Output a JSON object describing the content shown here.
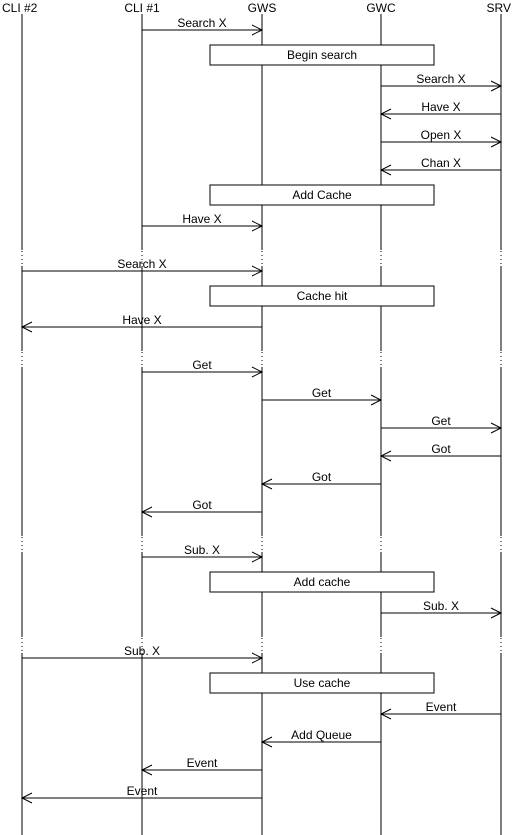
{
  "participants": [
    {
      "id": "cli2",
      "label": "CLI #2"
    },
    {
      "id": "cli1",
      "label": "CLI #1"
    },
    {
      "id": "gws",
      "label": "GWS"
    },
    {
      "id": "gwc",
      "label": "GWC"
    },
    {
      "id": "srv",
      "label": "SRV"
    }
  ],
  "steps": [
    {
      "kind": "msg",
      "from": "cli1",
      "to": "gws",
      "label": "Search X"
    },
    {
      "kind": "box",
      "label": "Begin search"
    },
    {
      "kind": "msg",
      "from": "gwc",
      "to": "srv",
      "label": "Search X"
    },
    {
      "kind": "msg",
      "from": "srv",
      "to": "gwc",
      "label": "Have X"
    },
    {
      "kind": "msg",
      "from": "gwc",
      "to": "srv",
      "label": "Open X"
    },
    {
      "kind": "msg",
      "from": "srv",
      "to": "gwc",
      "label": "Chan X"
    },
    {
      "kind": "box",
      "label": "Add Cache"
    },
    {
      "kind": "msg",
      "from": "cli1",
      "to": "gws",
      "label": "Have X"
    },
    {
      "kind": "break"
    },
    {
      "kind": "msg",
      "from": "cli2",
      "to": "gws",
      "label": "Search X"
    },
    {
      "kind": "box",
      "label": "Cache hit"
    },
    {
      "kind": "msg",
      "from": "gws",
      "to": "cli2",
      "label": "Have X"
    },
    {
      "kind": "break"
    },
    {
      "kind": "msg",
      "from": "cli1",
      "to": "gws",
      "label": "Get"
    },
    {
      "kind": "msg",
      "from": "gws",
      "to": "gwc",
      "label": "Get"
    },
    {
      "kind": "msg",
      "from": "gwc",
      "to": "srv",
      "label": "Get"
    },
    {
      "kind": "msg",
      "from": "srv",
      "to": "gwc",
      "label": "Got"
    },
    {
      "kind": "msg",
      "from": "gwc",
      "to": "gws",
      "label": "Got"
    },
    {
      "kind": "msg",
      "from": "gws",
      "to": "cli1",
      "label": "Got"
    },
    {
      "kind": "break"
    },
    {
      "kind": "msg",
      "from": "cli1",
      "to": "gws",
      "label": "Sub. X"
    },
    {
      "kind": "box",
      "label": "Add cache"
    },
    {
      "kind": "msg",
      "from": "gwc",
      "to": "srv",
      "label": "Sub. X"
    },
    {
      "kind": "break"
    },
    {
      "kind": "msg",
      "from": "cli2",
      "to": "gws",
      "label": "Sub. X"
    },
    {
      "kind": "box",
      "label": "Use cache"
    },
    {
      "kind": "msg",
      "from": "srv",
      "to": "gwc",
      "label": "Event"
    },
    {
      "kind": "msg",
      "from": "gwc",
      "to": "gws",
      "label": "Add Queue"
    },
    {
      "kind": "msg",
      "from": "gws",
      "to": "cli1",
      "label": "Event"
    },
    {
      "kind": "msg",
      "from": "gws",
      "to": "cli2",
      "label": "Event"
    }
  ]
}
